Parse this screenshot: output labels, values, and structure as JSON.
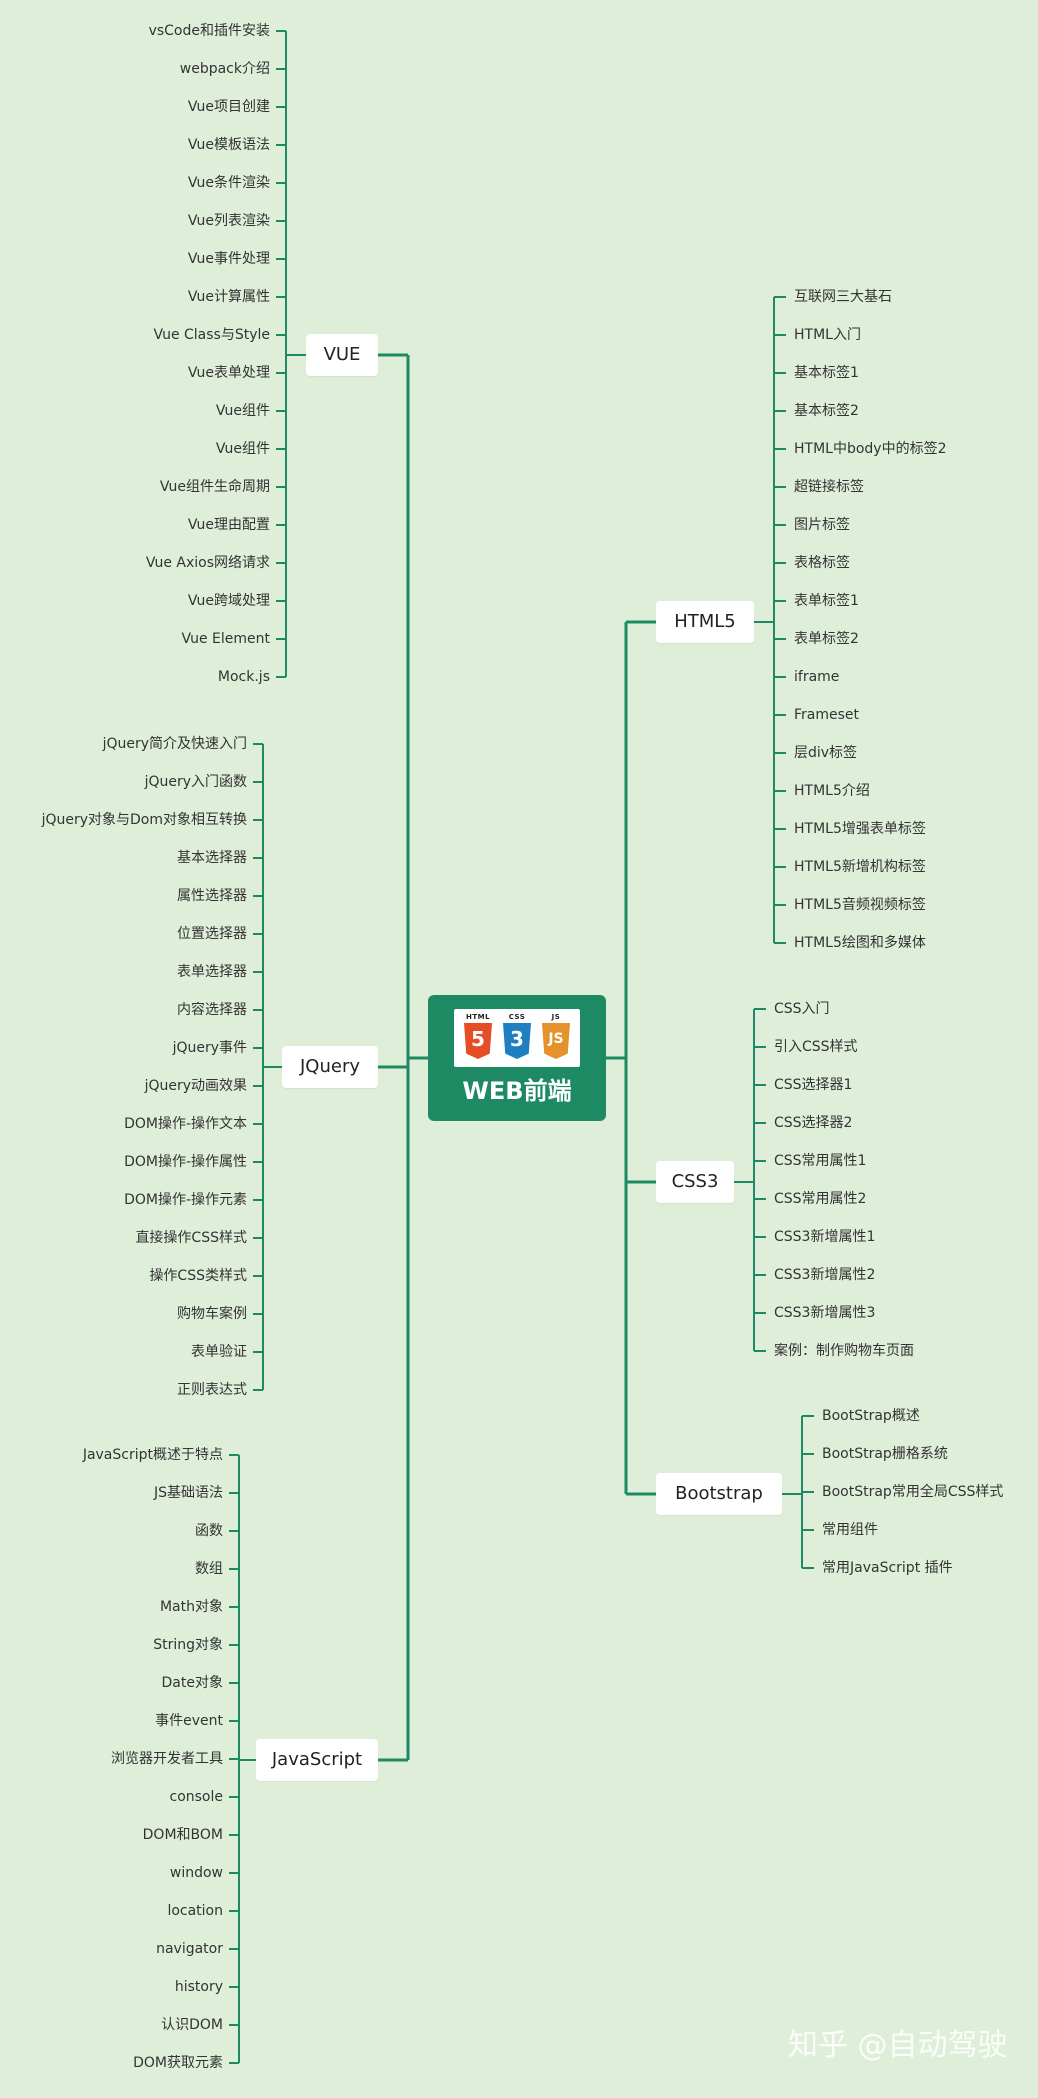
{
  "center": {
    "title": "WEB前端",
    "logo": {
      "icons": [
        "html5-shield-icon",
        "css3-shield-icon",
        "js-shield-icon"
      ],
      "tags": [
        "HTML",
        "CSS",
        "JS"
      ],
      "glyphs": [
        "5",
        "3",
        "JS"
      ]
    }
  },
  "branches": [
    {
      "key": "vue",
      "label": "VUE",
      "items": [
        "vsCode和插件安装",
        "webpack介绍",
        "Vue项目创建",
        "Vue模板语法",
        "Vue条件渲染",
        "Vue列表渲染",
        "Vue事件处理",
        "Vue计算属性",
        "Vue Class与Style",
        "Vue表单处理",
        "Vue组件",
        "Vue组件",
        "Vue组件生命周期",
        "Vue理由配置",
        "Vue Axios网络请求",
        "Vue跨域处理",
        "Vue Element",
        "Mock.js"
      ]
    },
    {
      "key": "jquery",
      "label": "JQuery",
      "items": [
        "jQuery简介及快速入门",
        "jQuery入门函数",
        "jQuery对象与Dom对象相互转换",
        "基本选择器",
        "属性选择器",
        "位置选择器",
        "表单选择器",
        "内容选择器",
        "jQuery事件",
        "jQuery动画效果",
        "DOM操作-操作文本",
        "DOM操作-操作属性",
        "DOM操作-操作元素",
        "直接操作CSS样式",
        "操作CSS类样式",
        "购物车案例",
        "表单验证",
        "正则表达式"
      ]
    },
    {
      "key": "javascript",
      "label": "JavaScript",
      "items": [
        "JavaScript概述于特点",
        "JS基础语法",
        "函数",
        "数组",
        "Math对象",
        "String对象",
        "Date对象",
        "事件event",
        "浏览器开发者工具",
        "console",
        "DOM和BOM",
        "window",
        "location",
        "navigator",
        "history",
        "认识DOM",
        "DOM获取元素"
      ]
    },
    {
      "key": "html5",
      "label": "HTML5",
      "items": [
        "互联网三大基石",
        "HTML入门",
        "基本标签1",
        "基本标签2",
        "HTML中body中的标签2",
        "超链接标签",
        "图片标签",
        "表格标签",
        "表单标签1",
        "表单标签2",
        "iframe",
        "Frameset",
        "层div标签",
        "HTML5介绍",
        "HTML5增强表单标签",
        "HTML5新增机构标签",
        "HTML5音频视频标签",
        "HTML5绘图和多媒体"
      ]
    },
    {
      "key": "css3",
      "label": "CSS3",
      "items": [
        "CSS入门",
        "引入CSS样式",
        "CSS选择器1",
        "CSS选择器2",
        "CSS常用属性1",
        "CSS常用属性2",
        "CSS3新增属性1",
        "CSS3新增属性2",
        "CSS3新增属性3",
        "案例：制作购物车页面"
      ]
    },
    {
      "key": "bootstrap",
      "label": "Bootstrap",
      "items": [
        "BootStrap概述",
        "BootStrap栅格系统",
        "BootStrap常用全局CSS样式",
        "常用组件",
        "常用JavaScript 插件"
      ]
    }
  ],
  "watermark": "知乎 @自动驾驶",
  "colors": {
    "background": "#dfeed8",
    "line": "#1e8a64",
    "center": "#1e8a64",
    "node": "#ffffff"
  }
}
